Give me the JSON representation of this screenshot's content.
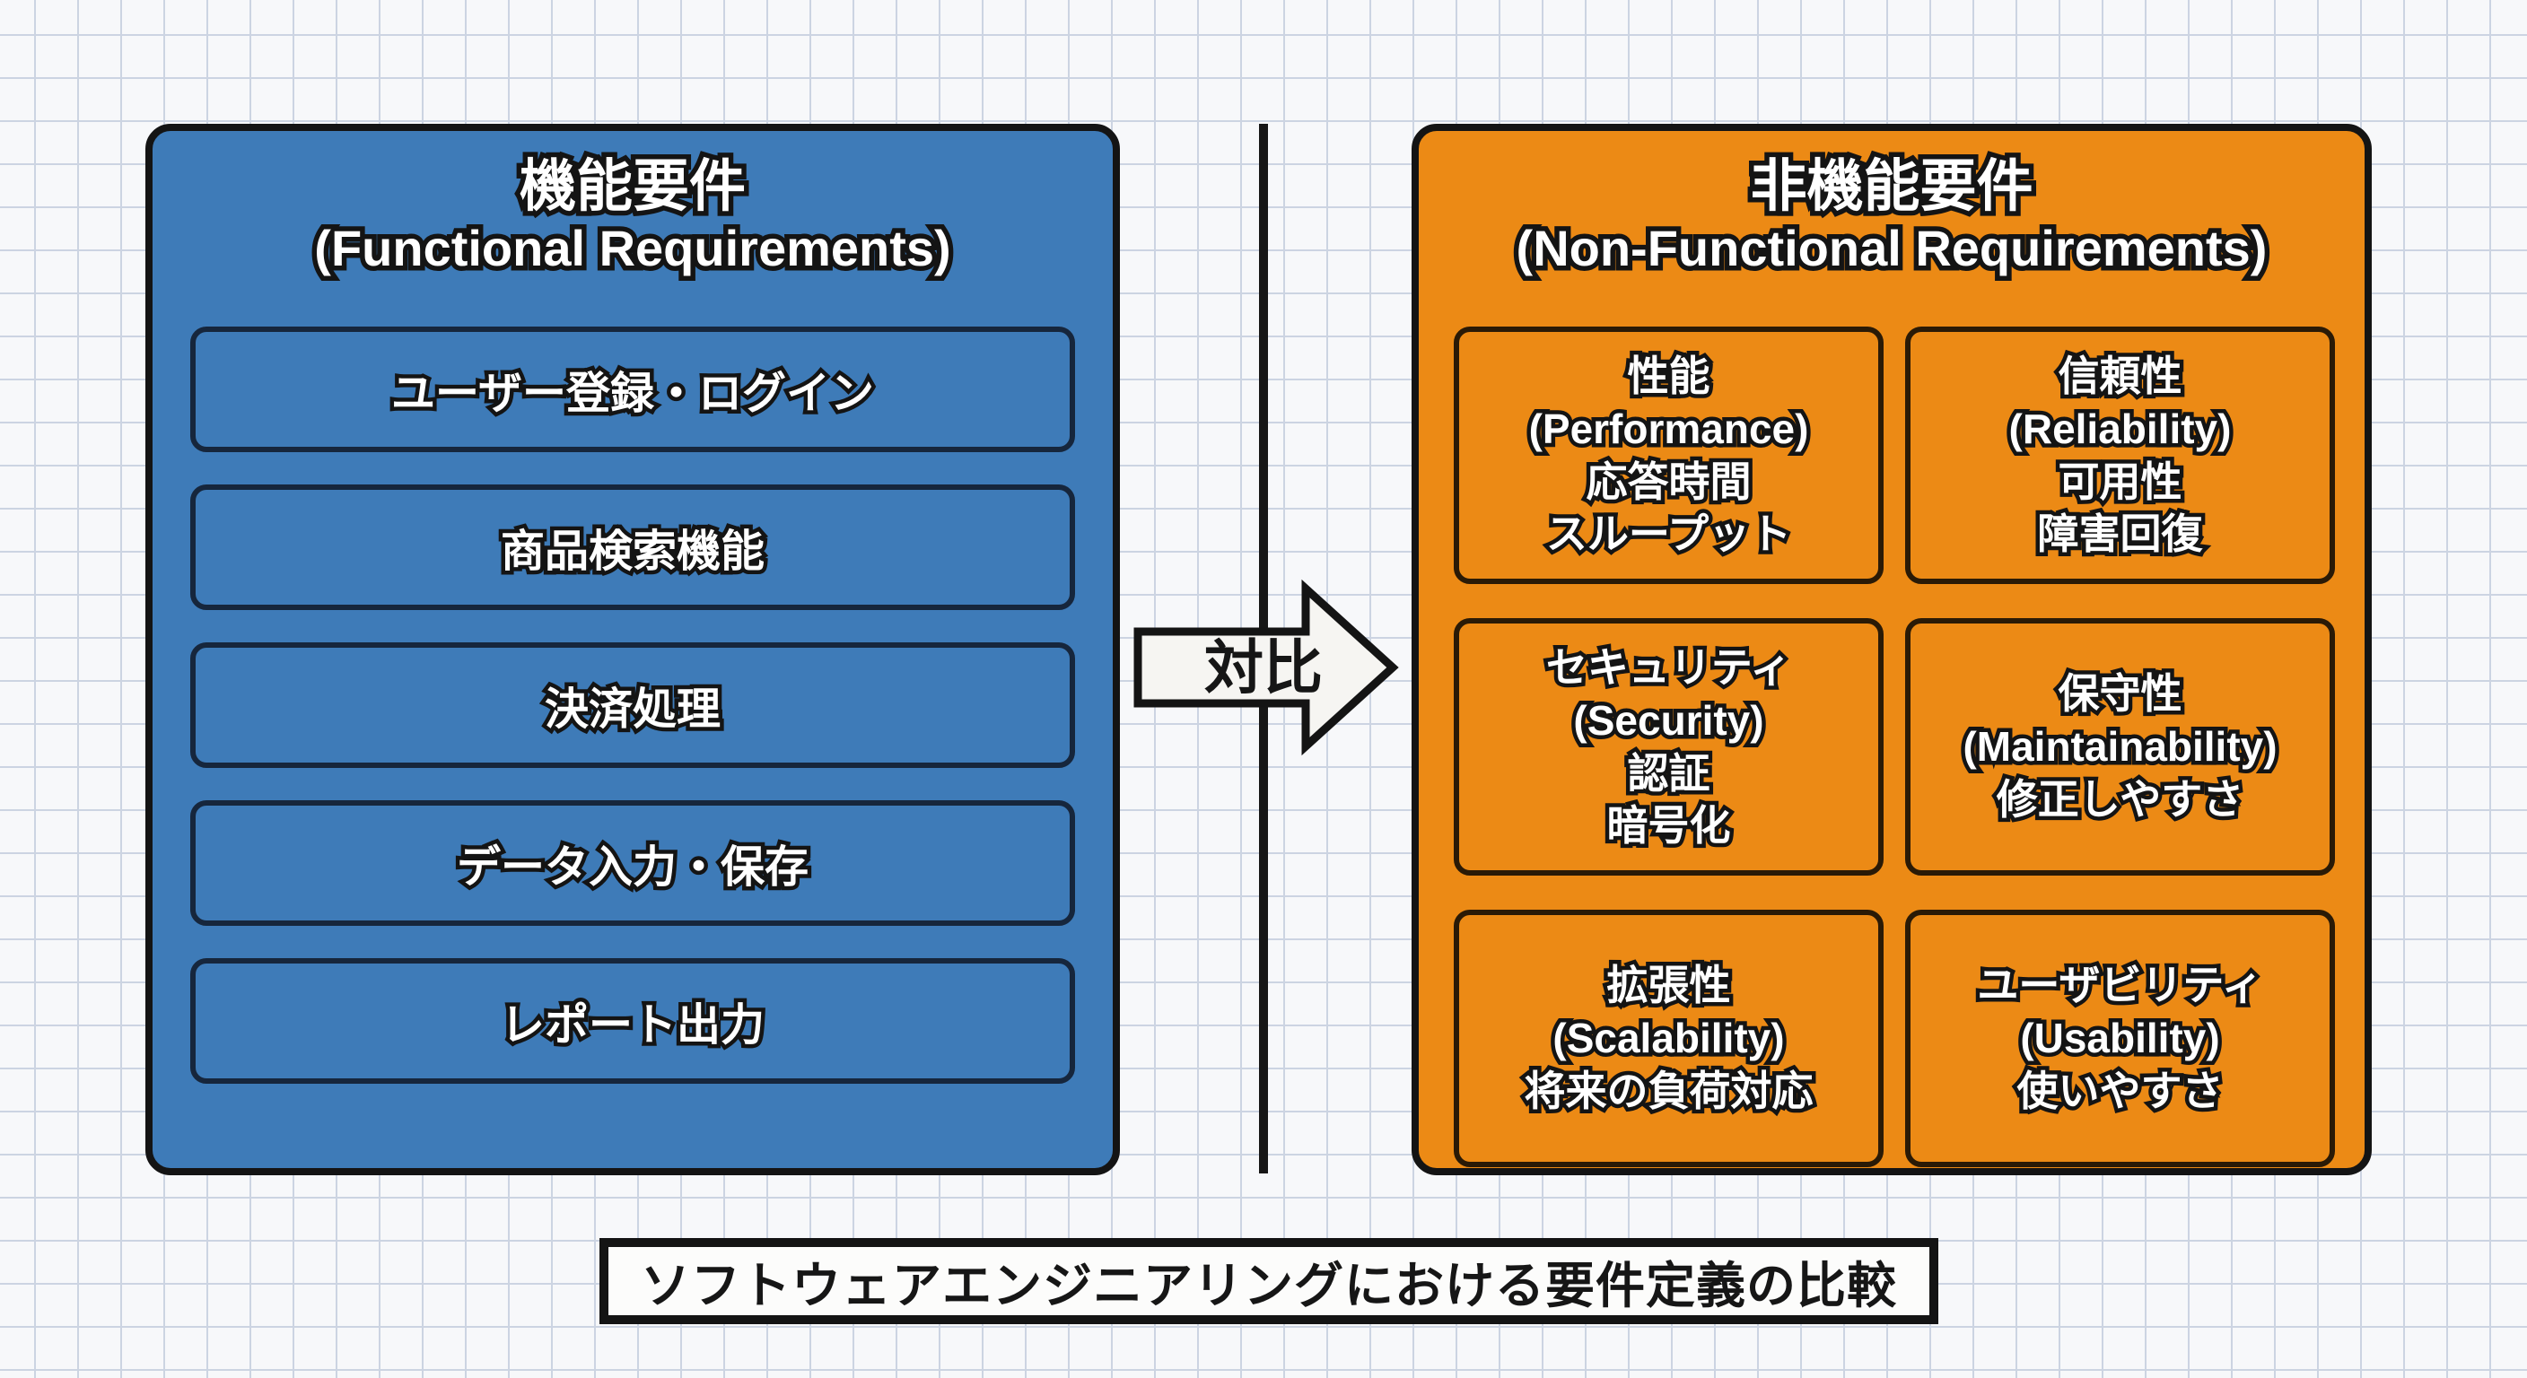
{
  "functional": {
    "title_jp": "機能要件",
    "title_en": "(Functional Requirements)",
    "items": [
      "ユーザー登録・ログイン",
      "商品検索機能",
      "決済処理",
      "データ入力・保存",
      "レポート出力"
    ]
  },
  "non_functional": {
    "title_jp": "非機能要件",
    "title_en": "(Non-Functional Requirements)",
    "cells": [
      "性能\n(Performance)\n応答時間\nスループット",
      "信頼性\n(Reliability)\n可用性\n障害回復",
      "セキュリティ\n(Security)\n認証\n暗号化",
      "保守性\n(Maintainability)\n修正しやすさ",
      "拡張性\n(Scalability)\n将来の負荷対応",
      "ユーザビリティ\n(Usability)\n使いやすさ"
    ]
  },
  "arrow": {
    "label": "対比"
  },
  "footer": {
    "text": "ソフトウェアエンジニアリングにおける要件定義の比較"
  },
  "colors": {
    "functional_fill": "#3e7bb8",
    "non_functional_fill": "#ec8a15",
    "outline": "#141414",
    "background": "#f7f8fa",
    "grid_line": "#ccd4e2"
  }
}
